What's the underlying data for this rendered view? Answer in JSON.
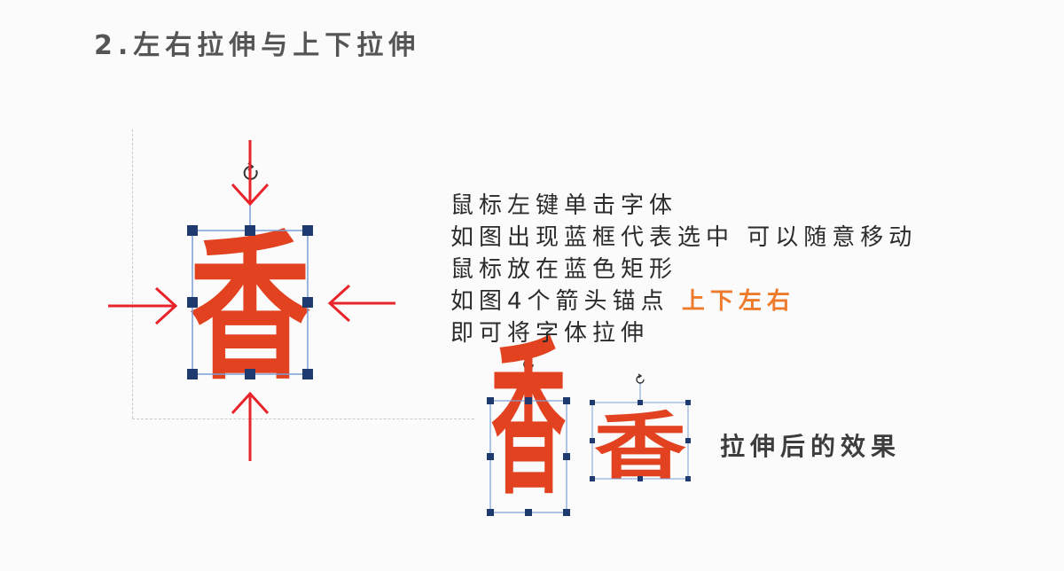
{
  "title": "2.左右拉伸与上下拉伸",
  "glyph_char": "香",
  "instructions": {
    "line1": "鼠标左键单击字体",
    "line2": "如图出现蓝框代表选中 可以随意移动",
    "line3": "鼠标放在蓝色矩形",
    "line4_prefix": "如图4个箭头锚点 ",
    "line4_highlight": "上下左右",
    "line5": "即可将字体拉伸"
  },
  "result_label": "拉伸后的效果",
  "colors": {
    "glyph": "#e2421f",
    "arrow": "#e8232a",
    "handle": "#1f3a6e",
    "selection_box": "#7b9fd6",
    "highlight": "#ee7b2b",
    "title": "#555555"
  },
  "icons": {
    "rotate": "rotate-icon",
    "arrow": "arrow-icon",
    "handle": "resize-handle"
  }
}
